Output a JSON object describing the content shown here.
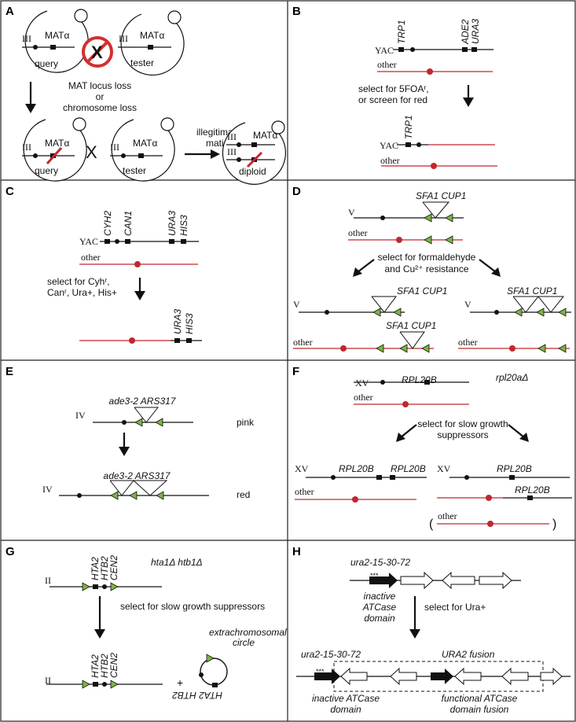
{
  "panels": {
    "A": {
      "label": "A",
      "chrom_III": "III",
      "mat_alpha": "MATα",
      "query": "query",
      "tester": "tester",
      "diploid": "diploid",
      "loss_text": [
        "MAT locus loss",
        "or",
        "chromosome loss"
      ],
      "cross": "X",
      "illegitimate": [
        "illegitimate",
        "mating"
      ]
    },
    "B": {
      "label": "B",
      "yac": "YAC",
      "trp1": "TRP1",
      "ade2": "ADE2",
      "ura3": "URA3",
      "other": "other",
      "select": [
        "select for 5FOAʳ,",
        "or screen for red"
      ]
    },
    "C": {
      "label": "C",
      "yac": "YAC",
      "cyh2": "CYH2",
      "can1": "CAN1",
      "ura3": "URA3",
      "his3": "HIS3",
      "other": "other",
      "select": [
        "select for Cyhʳ,",
        "Canʳ, Ura+, His+"
      ]
    },
    "D": {
      "label": "D",
      "chrom_V": "V",
      "genes": "SFA1 CUP1",
      "other": "other",
      "select": [
        "select for formaldehyde",
        "and Cu²⁺ resistance"
      ]
    },
    "E": {
      "label": "E",
      "chrom_IV": "IV",
      "genes": "ade3-2 ARS317",
      "pink": "pink",
      "red": "red"
    },
    "F": {
      "label": "F",
      "chrom_XV": "XV",
      "rpl20b": "RPL20B",
      "genotype": "rpl20aΔ",
      "other": "other",
      "select": [
        "select for slow growth",
        "suppressors"
      ],
      "paren_open": "(",
      "paren_close": ")"
    },
    "G": {
      "label": "G",
      "chrom_II": "II",
      "hta2": "HTA2",
      "htb2": "HTB2",
      "cen2": "CEN2",
      "genotype": "hta1Δ htb1Δ",
      "select": "select for slow growth suppressors",
      "plus": "+",
      "circle": [
        "extrachromosomal",
        "circle"
      ],
      "circle_genes": "HTA2 HTB2"
    },
    "H": {
      "label": "H",
      "allele": "ura2-15-30-72",
      "stars": "***",
      "inactive": [
        "inactive",
        "ATCase",
        "domain"
      ],
      "select": "select for Ura+",
      "fusion": "URA2 fusion",
      "inactive2": [
        "inactive ATCase",
        "domain"
      ],
      "functional": [
        "functional ATCase",
        "domain fusion"
      ]
    }
  }
}
